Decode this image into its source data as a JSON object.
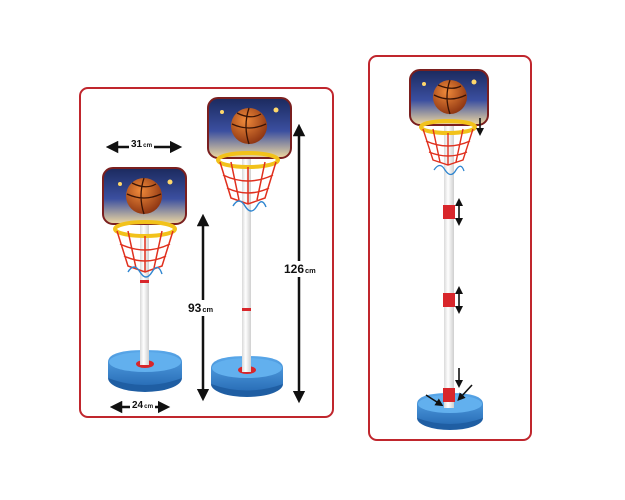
{
  "dimensions": {
    "width_label": "31",
    "base_label": "24",
    "min_height_label": "93",
    "max_height_label": "126",
    "unit": "cm"
  },
  "colors": {
    "frame": "#c0262d",
    "base": "#3a8fd6",
    "rim": "#f2c21b",
    "net": "#e0301e",
    "ball": "#c4561f",
    "pole": "#f4f4f4",
    "pole_accent": "#d8262b"
  }
}
